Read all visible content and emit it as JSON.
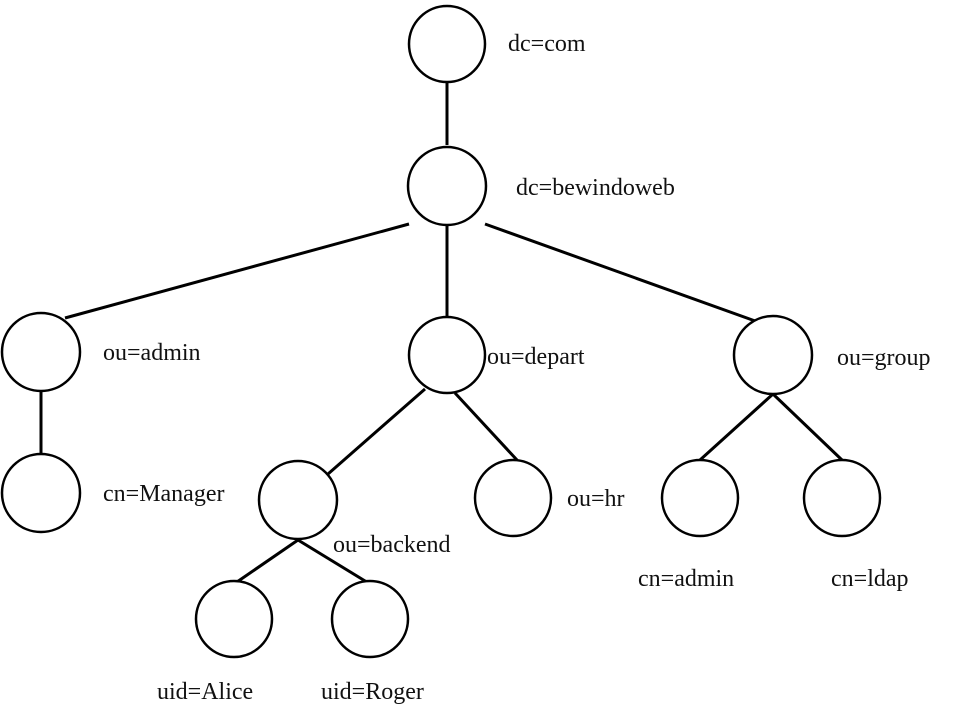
{
  "nodes": {
    "com": {
      "label": "dc=com"
    },
    "bewindoweb": {
      "label": "dc=bewindoweb"
    },
    "admin_ou": {
      "label": "ou=admin"
    },
    "depart": {
      "label": "ou=depart"
    },
    "group": {
      "label": "ou=group"
    },
    "manager": {
      "label": "cn=Manager"
    },
    "backend": {
      "label": "ou=backend"
    },
    "hr": {
      "label": "ou=hr"
    },
    "cn_admin": {
      "label": "cn=admin"
    },
    "cn_ldap": {
      "label": "cn=ldap"
    },
    "alice": {
      "label": "uid=Alice"
    },
    "roger": {
      "label": "uid=Roger"
    }
  }
}
